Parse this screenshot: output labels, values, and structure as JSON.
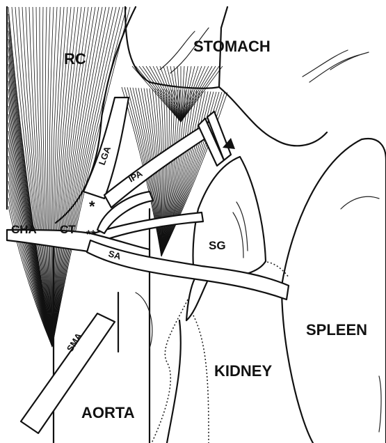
{
  "labels": {
    "rc": "RC",
    "stomach": "STOMACH",
    "lga": "LGA",
    "ipa": "IPA",
    "cha": "CHA",
    "ct": "CT",
    "sa": "SA",
    "sg": "SG",
    "sma": "SMA",
    "spleen": "SPLEEN",
    "kidney": "KIDNEY",
    "aorta": "AORTA",
    "star_single": "*",
    "star_double": "**"
  },
  "colors": {
    "line": "#111111",
    "background": "#ffffff"
  }
}
